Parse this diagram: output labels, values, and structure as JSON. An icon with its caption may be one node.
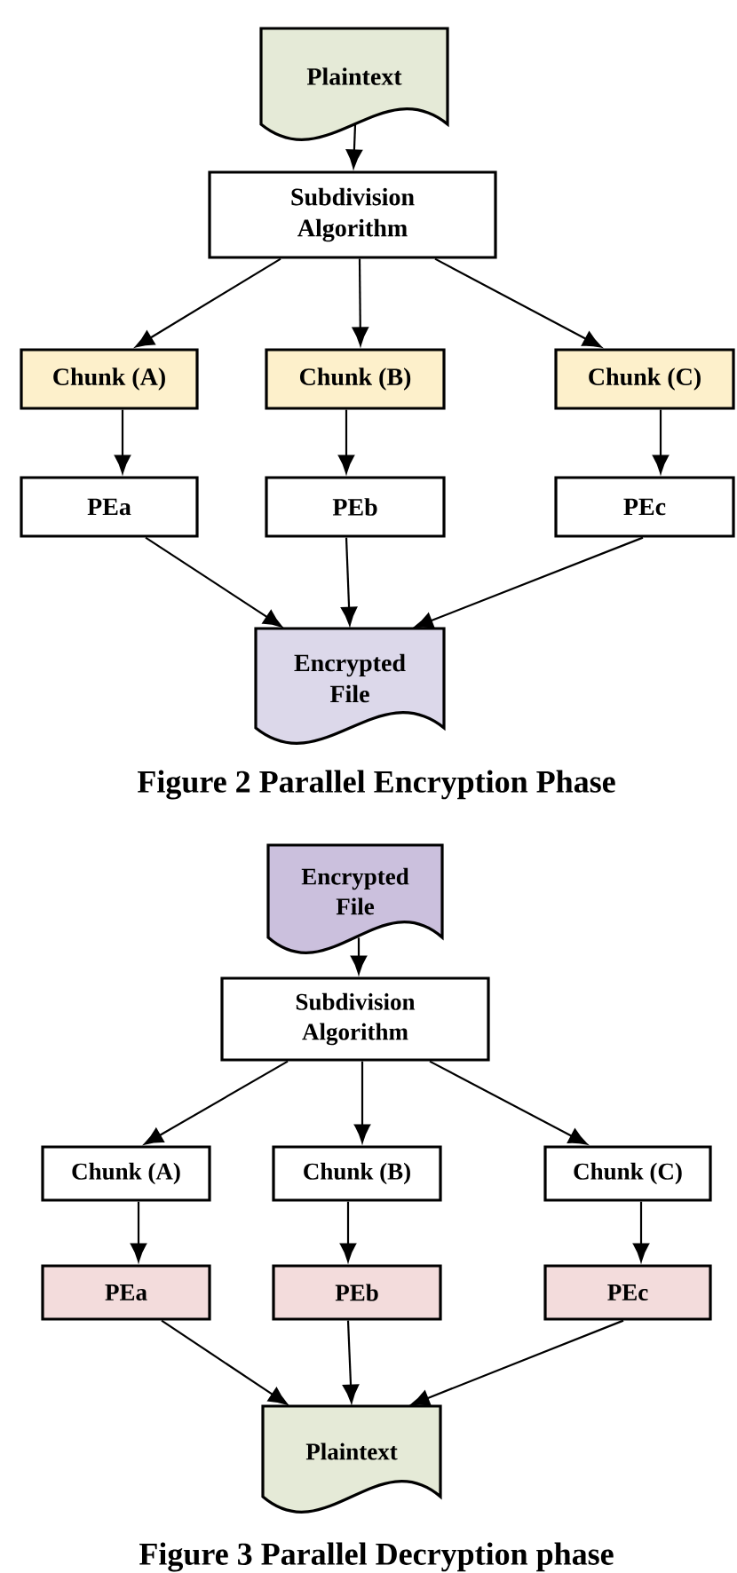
{
  "diagram": {
    "nodes": [
      {
        "text": [
          "Plaintext"
        ]
      },
      {
        "text": [
          "Subdivision Algorithm"
        ]
      },
      {
        "text": [
          "Chunk (A)"
        ]
      },
      {
        "text": [
          "Chunk (B)"
        ]
      },
      {
        "text": [
          "Chunk (C)"
        ]
      },
      {
        "text": [
          "PEa"
        ]
      },
      {
        "text": [
          "PEb"
        ]
      },
      {
        "text": [
          "PEc"
        ]
      },
      {
        "text": [
          "Encrypted File"
        ]
      },
      {
        "text": [
          "Encrypted File"
        ]
      },
      {
        "text": [
          "Subdivision Algorithm"
        ]
      },
      {
        "text": [
          "Chunk (A)"
        ]
      },
      {
        "text": [
          "Chunk (B)"
        ]
      },
      {
        "text": [
          "Chunk (C)"
        ]
      },
      {
        "text": [
          "PEa"
        ]
      },
      {
        "text": [
          "PEb"
        ]
      },
      {
        "text": [
          "PEc"
        ]
      },
      {
        "text": [
          "Plaintext"
        ]
      }
    ],
    "edges": [
      {
        "from": 0,
        "to": 1,
        "arrow": "to"
      },
      {
        "from": 1,
        "to": 2,
        "arrow": "to"
      },
      {
        "from": 1,
        "to": 3,
        "arrow": "to"
      },
      {
        "from": 1,
        "to": 4,
        "arrow": "to"
      },
      {
        "from": 2,
        "to": 5,
        "arrow": "to"
      },
      {
        "from": 3,
        "to": 6,
        "arrow": "to"
      },
      {
        "from": 4,
        "to": 7,
        "arrow": "to"
      },
      {
        "from": 5,
        "to": 8,
        "arrow": "to"
      },
      {
        "from": 6,
        "to": 8,
        "arrow": "to"
      },
      {
        "from": 7,
        "to": 8,
        "arrow": "to"
      },
      {
        "from": 9,
        "to": 10,
        "arrow": "to"
      },
      {
        "from": 10,
        "to": 11,
        "arrow": "to"
      },
      {
        "from": 10,
        "to": 12,
        "arrow": "to"
      },
      {
        "from": 10,
        "to": 13,
        "arrow": "to"
      },
      {
        "from": 11,
        "to": 14,
        "arrow": "to"
      },
      {
        "from": 12,
        "to": 15,
        "arrow": "to"
      },
      {
        "from": 13,
        "to": 16,
        "arrow": "to"
      },
      {
        "from": 14,
        "to": 17,
        "arrow": "to"
      },
      {
        "from": 15,
        "to": 17,
        "arrow": "to"
      },
      {
        "from": 16,
        "to": 17,
        "arrow": "to"
      }
    ],
    "labels": [
      "Figure 2 Parallel Encryption Phase",
      "Figure 3 Parallel Decryption phase"
    ]
  }
}
